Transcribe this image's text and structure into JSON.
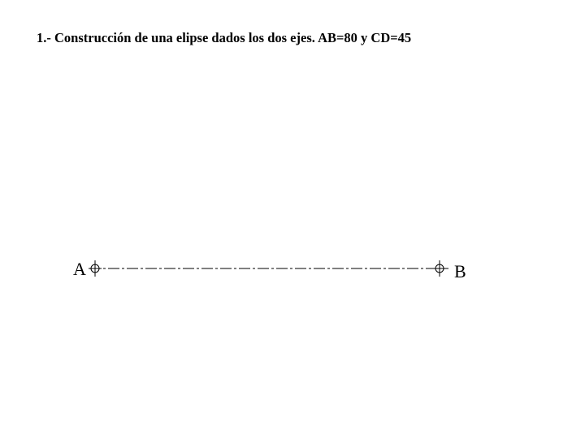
{
  "title": "1.- Construcción de una elipse dados los dos ejes. AB=80 y CD=45",
  "points": {
    "a": {
      "label": "A"
    },
    "b": {
      "label": "B"
    }
  },
  "colors": {
    "background": "#ffffff",
    "ink": "#000000",
    "axis_line": "#000000"
  },
  "axis": {
    "style": "dash-dot centre line",
    "marker": "crosshair-circle"
  }
}
